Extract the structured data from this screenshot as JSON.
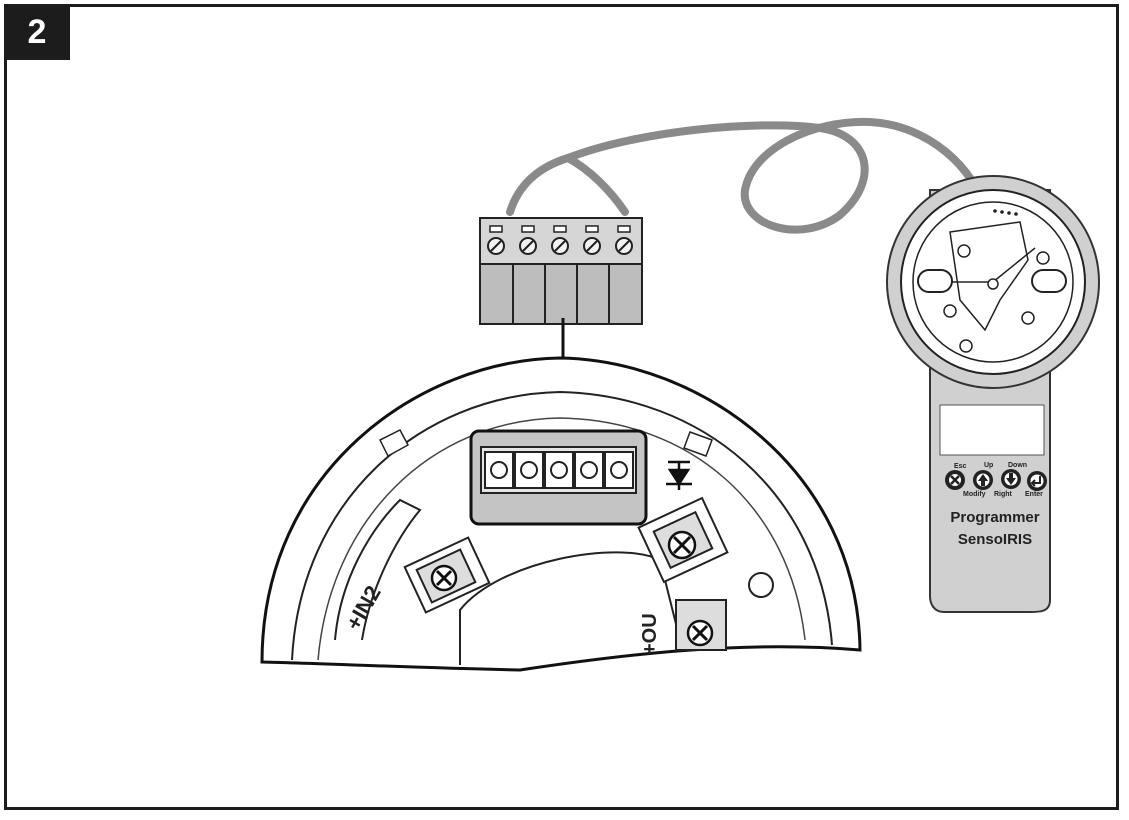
{
  "step": {
    "number": "2"
  },
  "programmer": {
    "buttons": [
      {
        "top_label": "Esc",
        "bottom_label": "",
        "icon": "x-icon"
      },
      {
        "top_label": "Up",
        "bottom_label": "Modify",
        "icon": "arrow-up-icon"
      },
      {
        "top_label": "Down",
        "bottom_label": "Right",
        "icon": "arrow-down-icon"
      },
      {
        "top_label": "",
        "bottom_label": "Enter",
        "icon": "enter-icon"
      }
    ],
    "title_line1": "Programmer",
    "title_line2": "SensoIRIS",
    "body_color": "#d0d0d0"
  },
  "base": {
    "terminal_label": "+IN2",
    "terminal_label_2": "+OU",
    "connector_color": "#c4c4c4"
  },
  "cable": {
    "color": "#8a8a8a"
  }
}
